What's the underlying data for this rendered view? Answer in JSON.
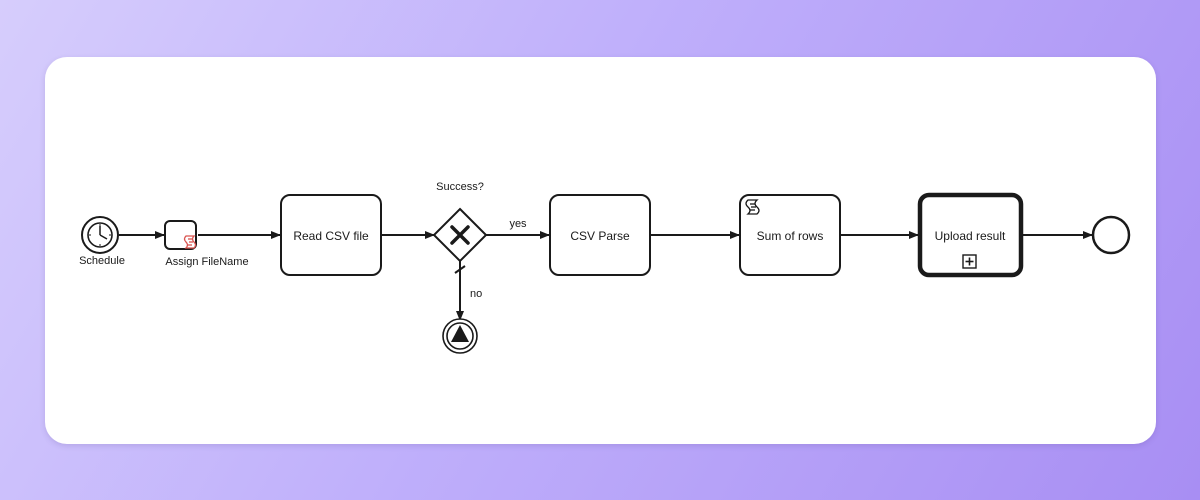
{
  "diagram": {
    "nodes": {
      "start_timer": {
        "label": "Schedule",
        "icon": "clock-icon"
      },
      "assign_filename": {
        "label": "Assign FileName",
        "icon": "script-icon"
      },
      "read_csv": {
        "label": "Read CSV file"
      },
      "gateway": {
        "label": "Success?",
        "icon": "x-icon"
      },
      "csv_parse": {
        "label": "CSV Parse"
      },
      "sum_rows": {
        "label": "Sum of rows",
        "icon": "script-icon"
      },
      "upload_result": {
        "label": "Upload result",
        "icon": "expand-plus-icon"
      },
      "escalation_end": {
        "icon": "triangle-icon"
      },
      "end_event": {}
    },
    "flows": {
      "yes_label": "yes",
      "no_label": "no"
    }
  },
  "colors": {
    "stroke": "#1a1a1a",
    "script_marker": "#d9534f",
    "card": "#ffffff"
  }
}
